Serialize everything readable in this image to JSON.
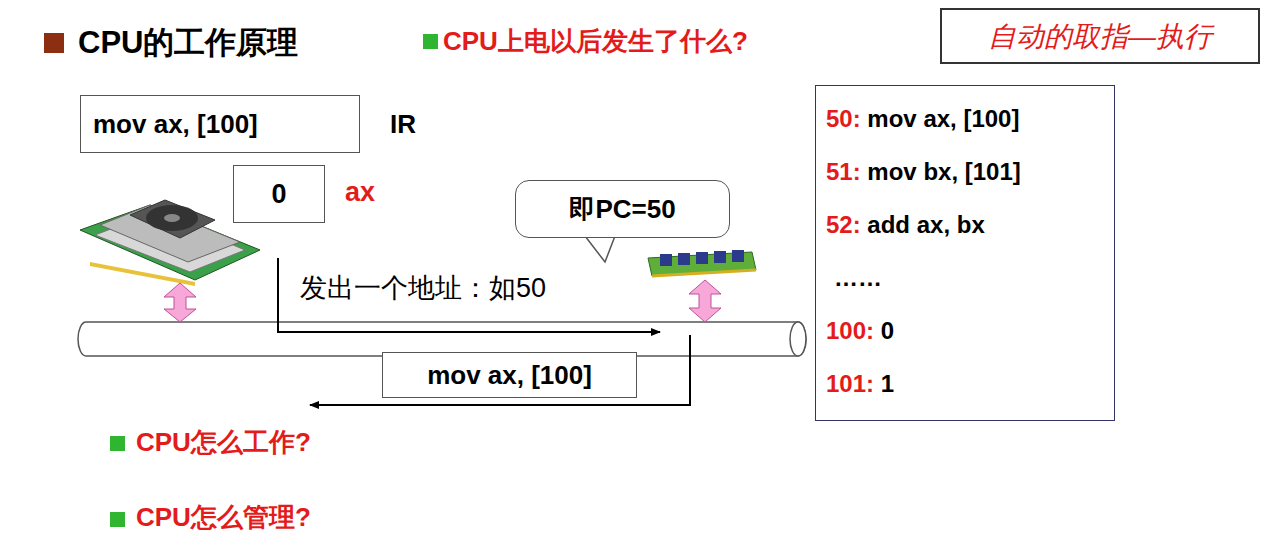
{
  "diagram": {
    "title": "CPU的工作原理",
    "nodes": [
      {
        "text": [
          "mov ax, [100]",
          "IR"
        ]
      },
      {
        "text": [
          "0",
          "ax"
        ]
      },
      {
        "text": [
          "即PC=50"
        ]
      },
      {
        "text": [
          "mov ax, [100]"
        ]
      },
      {
        "text": [
          "50:",
          "mov ax, [100]",
          "51:",
          "mov bx, [101]",
          "52:",
          "add ax, bx",
          "……",
          "100:",
          "0",
          "101:",
          "1"
        ]
      },
      {
        "text": [
          "自动的取指—执行"
        ]
      }
    ],
    "labels": [
      "CPU上电以后发生了什么?",
      "发出一个地址：如50",
      "CPU怎么工作?",
      "CPU怎么管理?"
    ]
  }
}
